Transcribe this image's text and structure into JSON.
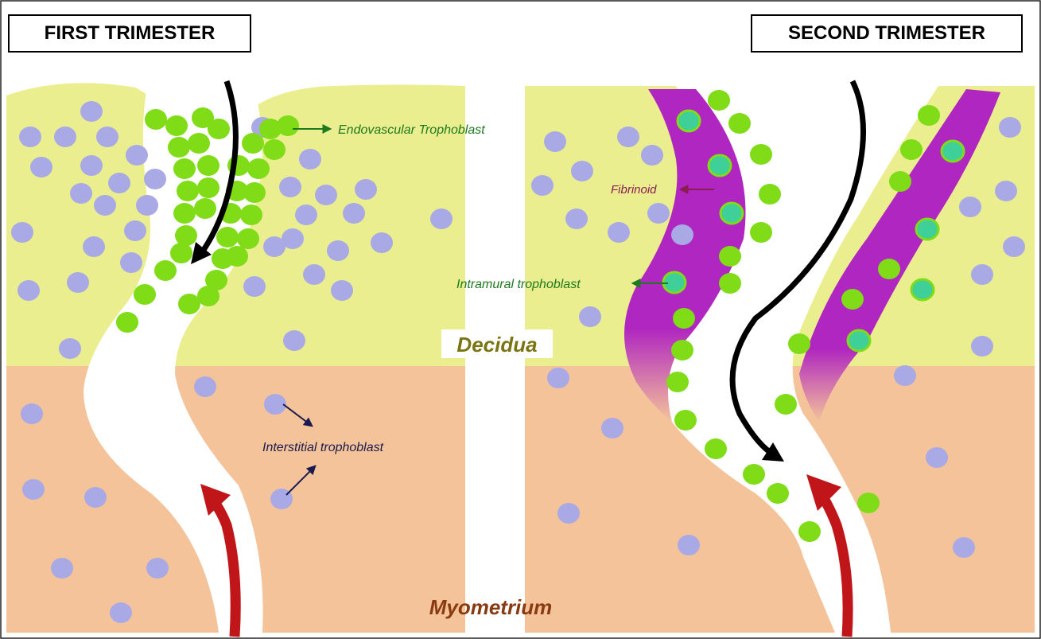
{
  "titles": {
    "first": "FIRST TRIMESTER",
    "second": "SECOND TRIMESTER"
  },
  "labels": {
    "endovascular": "Endovascular Trophoblast",
    "interstitial": "Interstitial trophoblast",
    "fibrinoid": "Fibrinoid",
    "intramural": "Intramural trophoblast",
    "decidua": "Decidua",
    "myometrium": "Myometrium"
  },
  "colors": {
    "decidua": "#eaee8e",
    "myometrium": "#f4c39a",
    "interstitial_cell": "#a9a9e6",
    "trophoblast_cell": "#7fdc16",
    "fibrinoid": "#b026c0",
    "intramural_core": "#3fd09a",
    "arrow_dark": "#000000",
    "arrow_red": "#c0161a",
    "label_green": "#1e7a1e",
    "label_purple": "#8a1e54",
    "label_navy": "#1a1a4e",
    "decidua_text": "#7a7412",
    "myometrium_text": "#8a3a10"
  },
  "icons": {
    "flow_down": "black-curved-arrow-icon",
    "flow_up": "red-curved-arrow-icon",
    "pointer": "small-arrow-icon"
  }
}
